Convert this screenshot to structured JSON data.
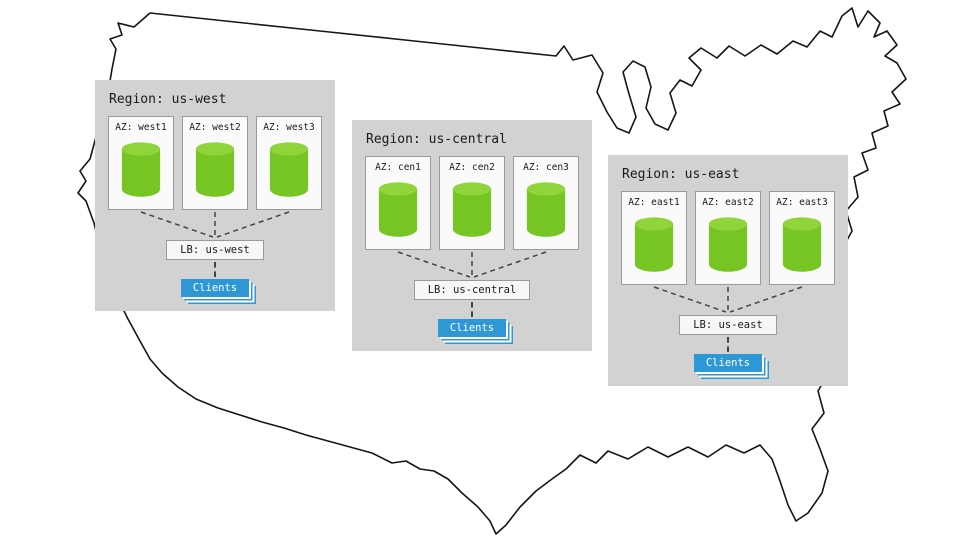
{
  "diagram": {
    "title_hint": "US regions availability-zone architecture",
    "regions": [
      {
        "title": "Region: us-west",
        "azs": [
          {
            "label": "AZ: west1"
          },
          {
            "label": "AZ: west2"
          },
          {
            "label": "AZ: west3"
          }
        ],
        "lb": "LB: us-west",
        "clients": "Clients"
      },
      {
        "title": "Region: us-central",
        "azs": [
          {
            "label": "AZ: cen1"
          },
          {
            "label": "AZ: cen2"
          },
          {
            "label": "AZ: cen3"
          }
        ],
        "lb": "LB: us-central",
        "clients": "Clients"
      },
      {
        "title": "Region: us-east",
        "azs": [
          {
            "label": "AZ: east1"
          },
          {
            "label": "AZ: east2"
          },
          {
            "label": "AZ: east3"
          }
        ],
        "lb": "LB: us-east",
        "clients": "Clients"
      }
    ],
    "colors": {
      "region_bg": "#d2d2d2",
      "az_bg": "#fafafa",
      "lb_bg": "#f7f7f7",
      "cylinder": "#76c522",
      "cylinder_top": "#8fd43a",
      "clients_bg": "#2e97d5",
      "map_stroke": "#161616"
    }
  }
}
